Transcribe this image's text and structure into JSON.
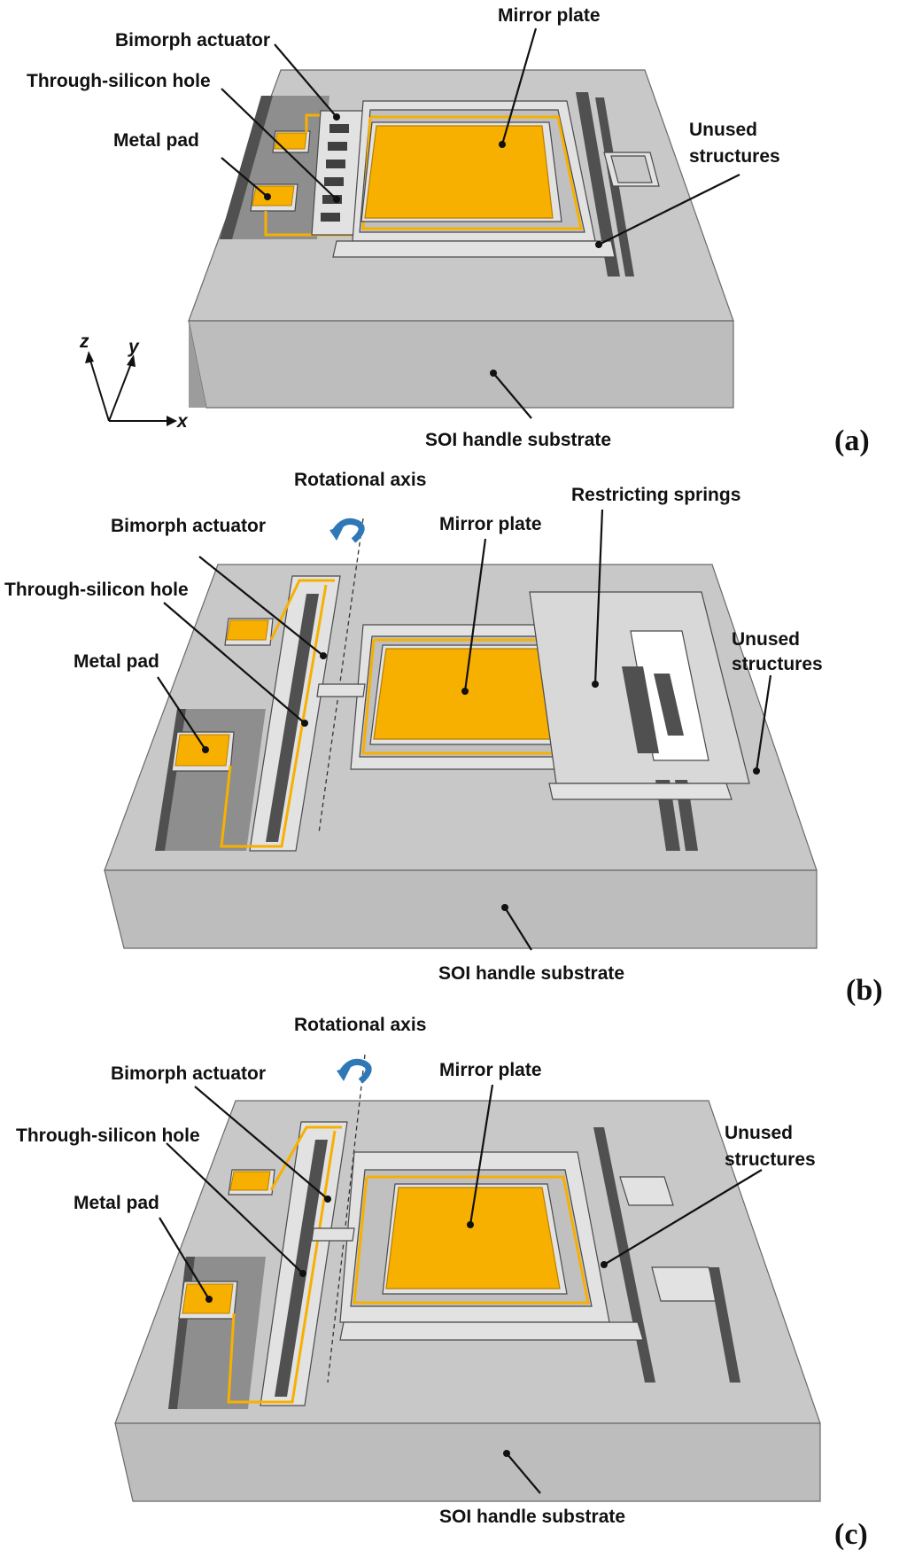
{
  "colors": {
    "substrate_top": "#c8c8c8",
    "substrate_front": "#bdbdbd",
    "substrate_side": "#9c9c9c",
    "structure_light": "#e2e2e2",
    "structure_mid": "#b4b4b4",
    "trench": "#505050",
    "gold": "#f8b000",
    "gold_edge": "#b87d00",
    "arrow": "#2e78b8"
  },
  "panels": [
    {
      "id": "a",
      "tag": "(a)",
      "labels": {
        "bimorph": "Bimorph actuator",
        "tsh": "Through-silicon hole",
        "pad": "Metal pad",
        "mirror": "Mirror plate",
        "unused_1": "Unused",
        "unused_2": "structures",
        "substrate": "SOI handle substrate"
      },
      "axes": {
        "z": "z",
        "y": "y",
        "x": "x"
      }
    },
    {
      "id": "b",
      "tag": "(b)",
      "labels": {
        "rot": "Rotational axis",
        "bimorph": "Bimorph actuator",
        "tsh": "Through-silicon hole",
        "pad": "Metal pad",
        "mirror": "Mirror plate",
        "springs": "Restricting springs",
        "unused_1": "Unused",
        "unused_2": "structures",
        "substrate": "SOI handle substrate"
      }
    },
    {
      "id": "c",
      "tag": "(c)",
      "labels": {
        "rot": "Rotational axis",
        "bimorph": "Bimorph actuator",
        "tsh": "Through-silicon hole",
        "pad": "Metal pad",
        "mirror": "Mirror plate",
        "unused_1": "Unused",
        "unused_2": "structures",
        "substrate": "SOI handle substrate"
      }
    }
  ]
}
